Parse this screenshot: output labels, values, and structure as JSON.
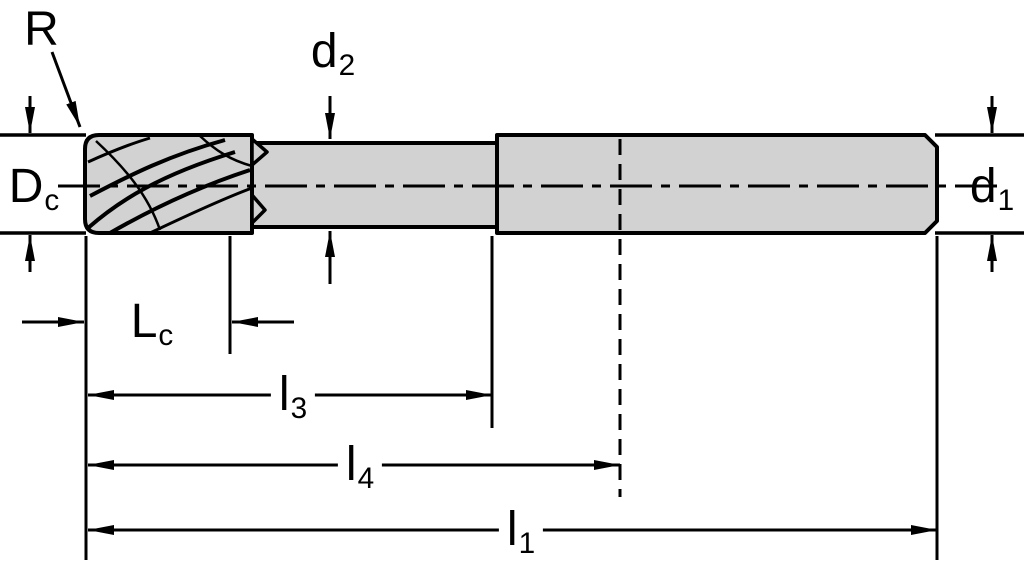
{
  "figure": {
    "type": "technical-dimension-diagram",
    "subject": "end-mill cutting tool, side view with dimension callouts"
  },
  "colors": {
    "background": "#ffffff",
    "line": "#000000",
    "tool_fill": "#d2d2d2"
  },
  "dimensions": {
    "corner_radius": {
      "main": "R",
      "sub": ""
    },
    "neck_diameter": {
      "main": "d",
      "sub": "2"
    },
    "cutting_diameter": {
      "main": "D",
      "sub": "c"
    },
    "shank_diameter": {
      "main": "d",
      "sub": "1"
    },
    "cutting_length": {
      "main": "L",
      "sub": "c"
    },
    "length_l3": {
      "main": "l",
      "sub": "3"
    },
    "length_l4": {
      "main": "l",
      "sub": "4"
    },
    "overall_length": {
      "main": "l",
      "sub": "1"
    }
  }
}
